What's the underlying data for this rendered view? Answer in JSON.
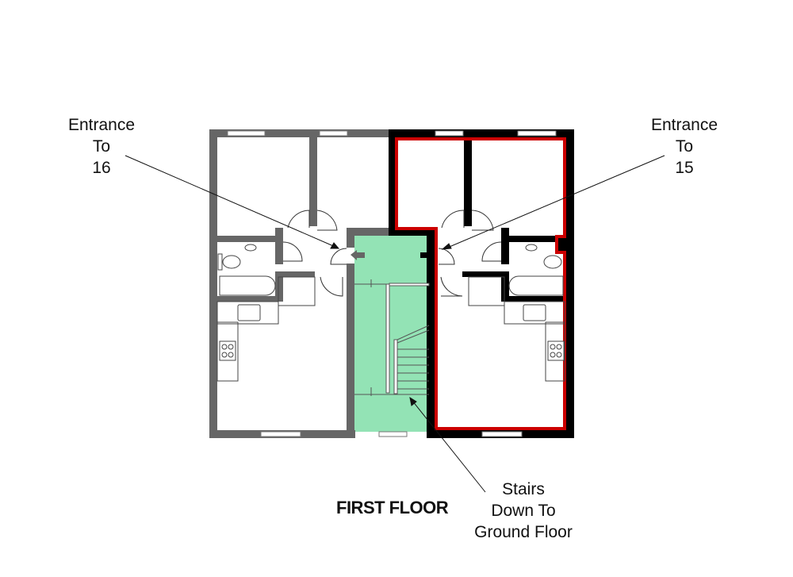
{
  "plan": {
    "title": "FIRST FLOOR",
    "colors": {
      "unit16_wall": "#666666",
      "unit15_wall": "#000000",
      "unit15_outline": "#cc0000",
      "stair_fill": "#93e3b5",
      "background": "#ffffff"
    },
    "labels": {
      "entrance16": [
        "Entrance",
        "To",
        "16"
      ],
      "entrance15": [
        "Entrance",
        "To",
        "15"
      ],
      "stairs": [
        "Stairs",
        "Down To",
        "Ground Floor"
      ]
    },
    "units": [
      {
        "id": "16",
        "side": "left",
        "highlight": false
      },
      {
        "id": "15",
        "side": "right",
        "highlight": true
      }
    ],
    "icons": [
      "door-swing-icon",
      "window-icon",
      "toilet-icon",
      "basin-icon",
      "bath-icon",
      "sink-icon",
      "hob-icon",
      "entrance-arrow-icon",
      "stair-icon"
    ]
  }
}
